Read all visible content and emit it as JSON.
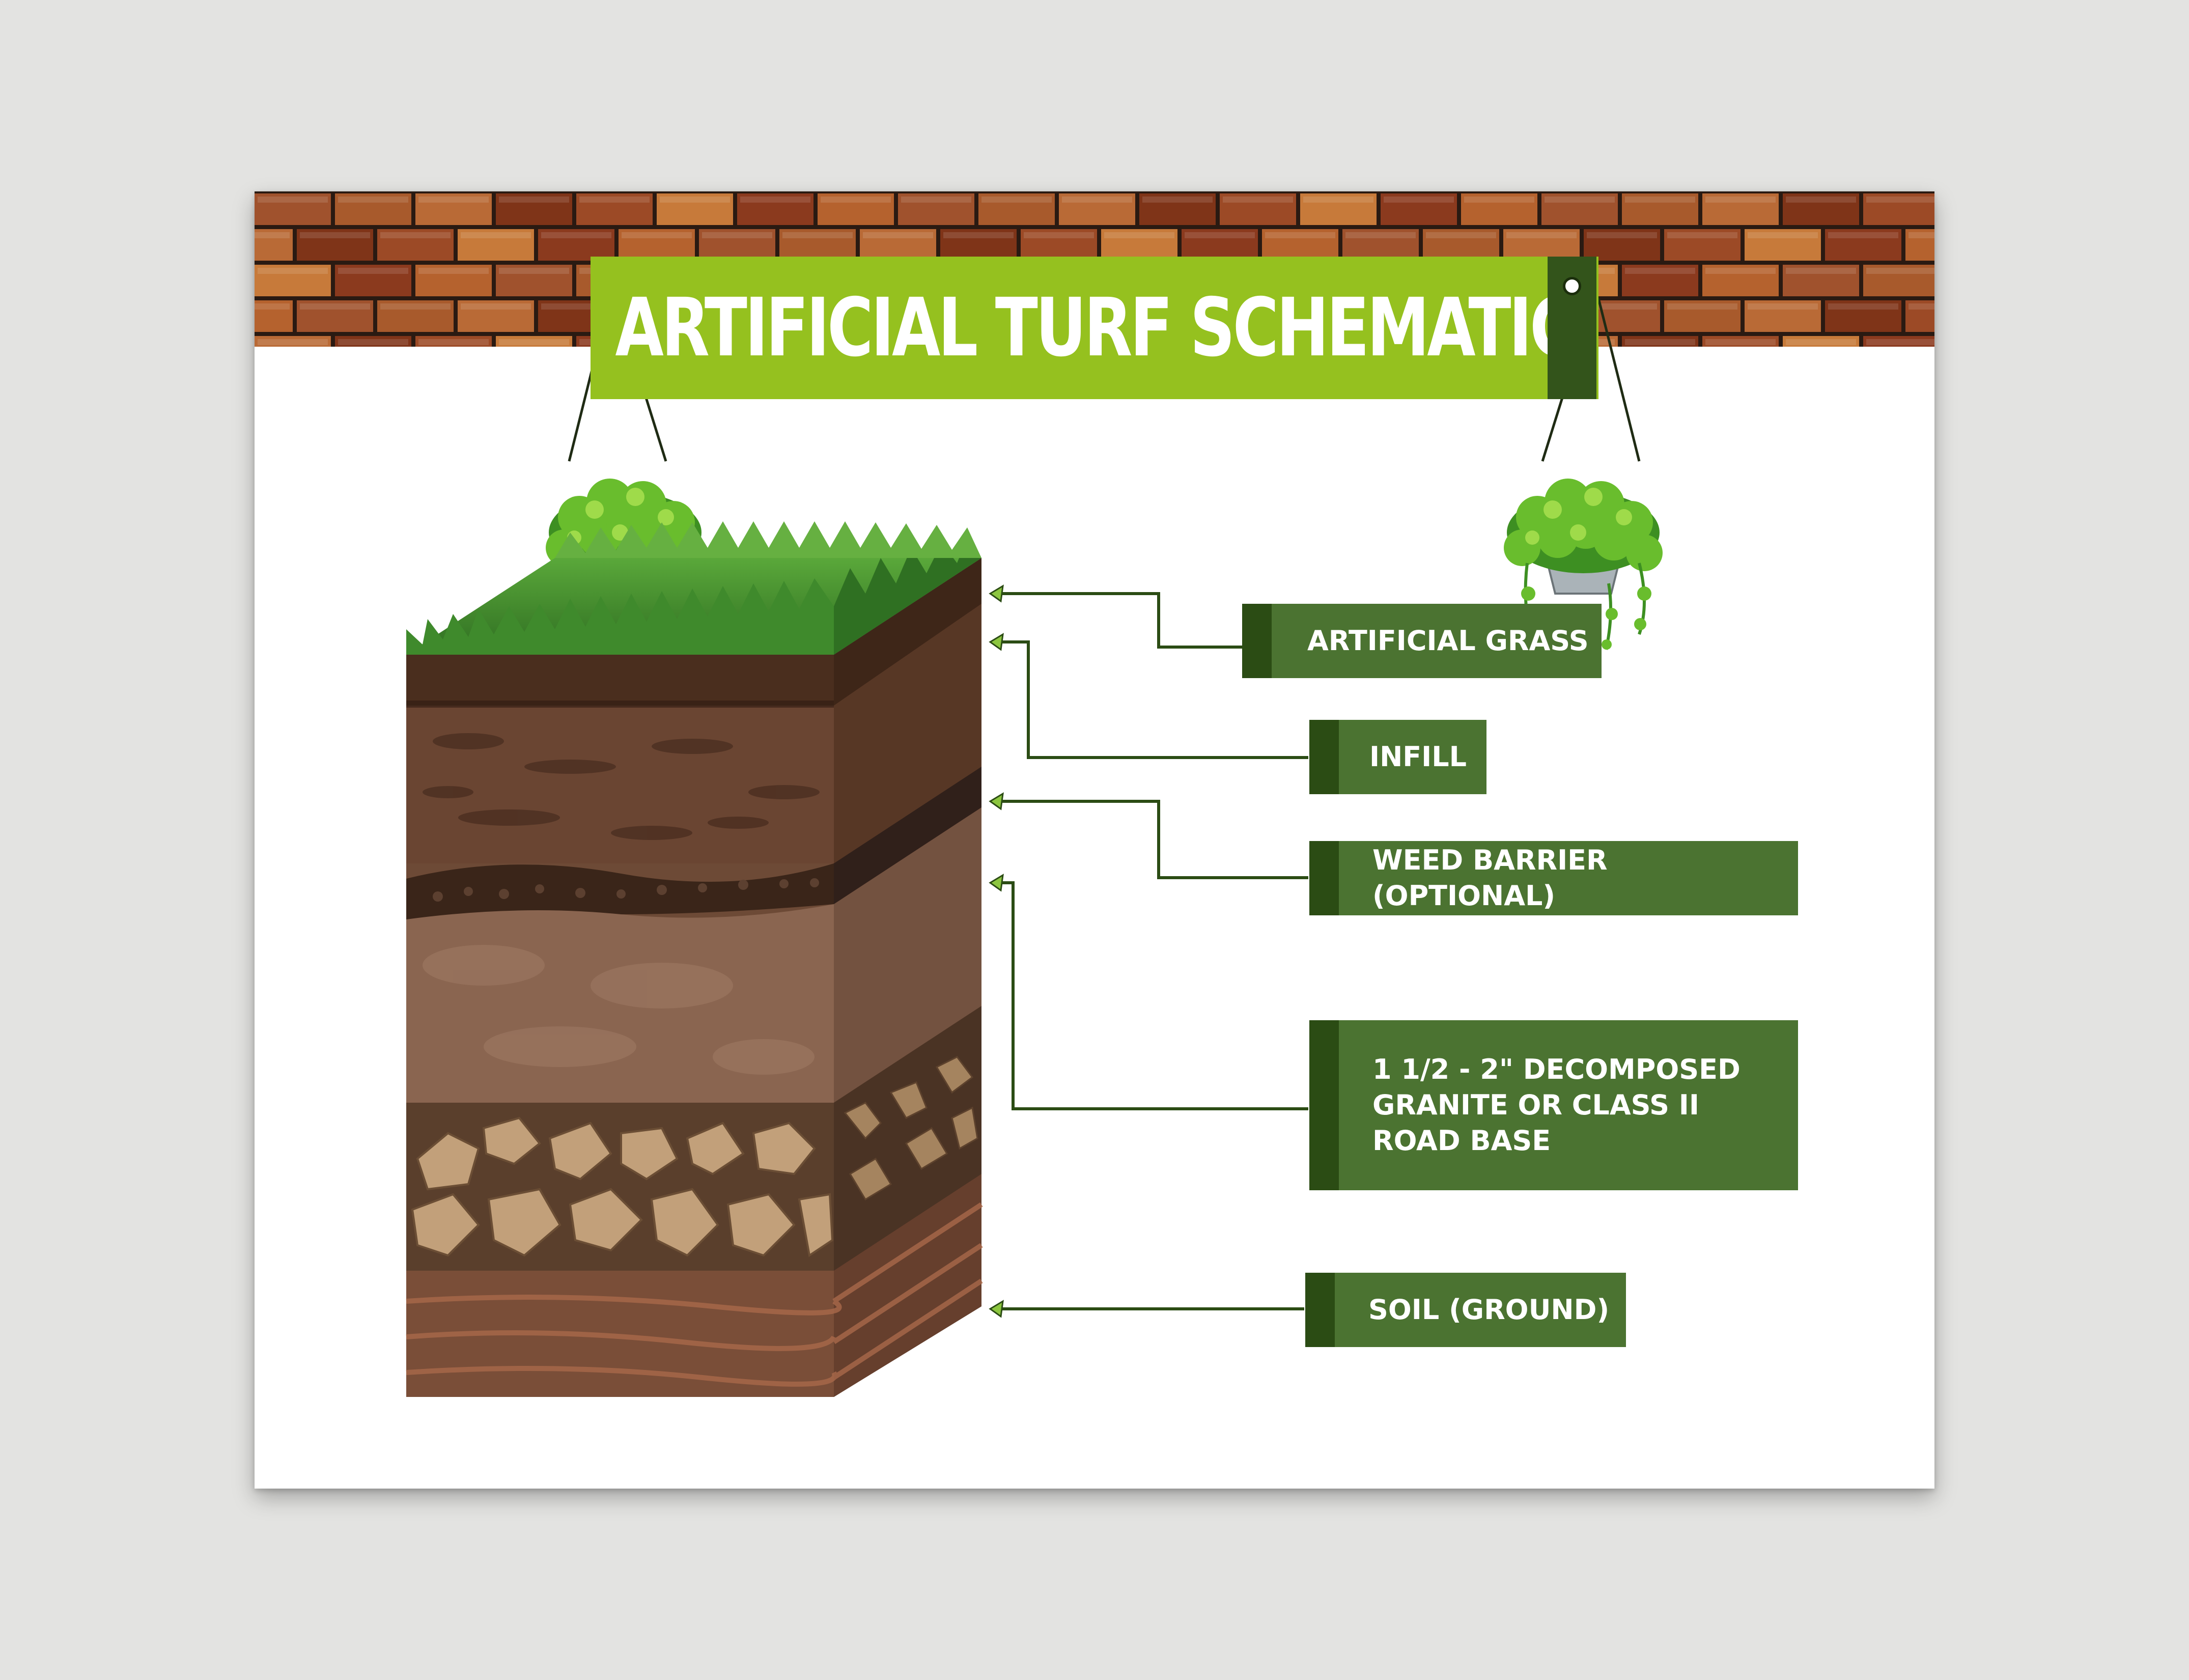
{
  "title": "ARTIFICIAL TURF SCHEMATIC",
  "colors": {
    "background": "#e3e3e1",
    "banner": "#95c11f",
    "banner_cap": "#33541b",
    "label_box": "#4b7331",
    "label_tab": "#2b4c14",
    "leader_line": "#2b4c14",
    "arrow_tip": "#8cc63f"
  },
  "layers": [
    {
      "name": "artificial-grass",
      "label": "ARTIFICIAL GRASS"
    },
    {
      "name": "infill",
      "label": "INFILL"
    },
    {
      "name": "weed-barrier",
      "label": "WEED BARRIER (OPTIONAL)"
    },
    {
      "name": "road-base",
      "label": "1 1/2 - 2\" DECOMPOSED\nGRANITE OR CLASS II\nROAD BASE"
    },
    {
      "name": "soil",
      "label": "SOIL (GROUND)"
    }
  ]
}
